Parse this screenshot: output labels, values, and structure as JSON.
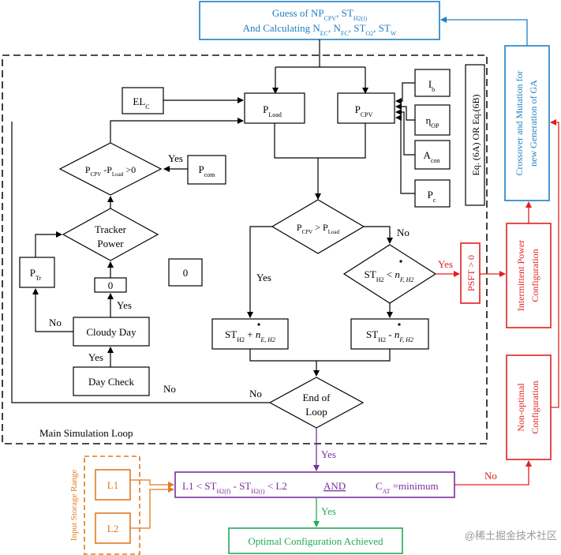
{
  "top_box": {
    "line1_main": "Guess of NP",
    "line1_sub_cpv": "CPV",
    "line1_sep": ", ST",
    "line1_sub_h2i": "H2(i)",
    "line2_main": "And Calculating N",
    "line2_sub_ec": "EC",
    "line2_sep1": ", N",
    "line2_sub_fc": "FC",
    "line2_sep2": ", ST",
    "line2_sub_o2": "O2",
    "line2_sep3": ", ST",
    "line2_sub_w": "W"
  },
  "elc": {
    "main": "EL",
    "sub": "C"
  },
  "pload": {
    "main": "P",
    "sub": "Load"
  },
  "pcpv": {
    "main": "P",
    "sub": "CPV"
  },
  "ib": {
    "main": "I",
    "sub": "b"
  },
  "eta": {
    "main": "η",
    "sub": "OP"
  },
  "acon": {
    "main": "A",
    "sub": "con"
  },
  "pc": {
    "main": "P",
    "sub": "c"
  },
  "eq_label": "Eq. (6A)  OR  Eq.(6B)",
  "pcom": {
    "main": "P",
    "sub": "com"
  },
  "diamond_pcpv_pload": {
    "a": "P",
    "a_sub": "CPV",
    "mid": " -P",
    "b_sub": "Load",
    "tail": " >0"
  },
  "tracker_power": {
    "line1": "Tracker",
    "line2": "Power"
  },
  "ptr": {
    "main": "P",
    "sub": "Tr"
  },
  "zero_small": "0",
  "zero_box": "0",
  "cloudy_day": "Cloudy Day",
  "day_check": "Day Check",
  "diamond_compare": {
    "a": "P",
    "a_sub": "CPV",
    "mid": " > P",
    "b_sub": "Load"
  },
  "diamond_st": {
    "a": "ST",
    "a_sub": "H2",
    "mid": " < ",
    "n": "n",
    "n_sub": "F, H2"
  },
  "box_plus": {
    "a": "ST",
    "a_sub": "H2",
    "op": " + ",
    "n": "n",
    "n_sub": "E, H2"
  },
  "box_minus": {
    "a": "ST",
    "a_sub": "H2",
    "op": " - ",
    "n": "n",
    "n_sub": "F, H2"
  },
  "end_of_loop": {
    "line1": "End of",
    "line2": "Loop"
  },
  "labels": {
    "yes": "Yes",
    "no": "No"
  },
  "psft": "PSFT > 0",
  "main_loop_label": "Main Simulation Loop",
  "intermittent": {
    "line1": "Intermittent Power",
    "line2": "Configuration"
  },
  "nonoptimal": {
    "line1": "Non-optimal",
    "line2": "Configuration"
  },
  "crossover": {
    "line1": "Crossover and Mutation for",
    "line2": "new Generation of GA"
  },
  "input_storage": "Input Storage Range",
  "l1": "L1",
  "l2": "L2",
  "condition": {
    "pre": "L1 < ST",
    "sub1": "H2(f)",
    "mid": " - ST",
    "sub2": "H2(i)",
    "post": " <  L2",
    "and": "AND",
    "c": "C",
    "c_sub": "AT",
    "tail": " =minimum"
  },
  "optimal": "Optimal Configuration Achieved",
  "watermark": "@稀土掘金技术社区",
  "colors": {
    "black": "#000000",
    "blue": "#1f7fc4",
    "red": "#e02020",
    "orange": "#e07b20",
    "purple": "#7a2fa0",
    "green": "#22aa55",
    "gray": "#9a9a9a"
  }
}
